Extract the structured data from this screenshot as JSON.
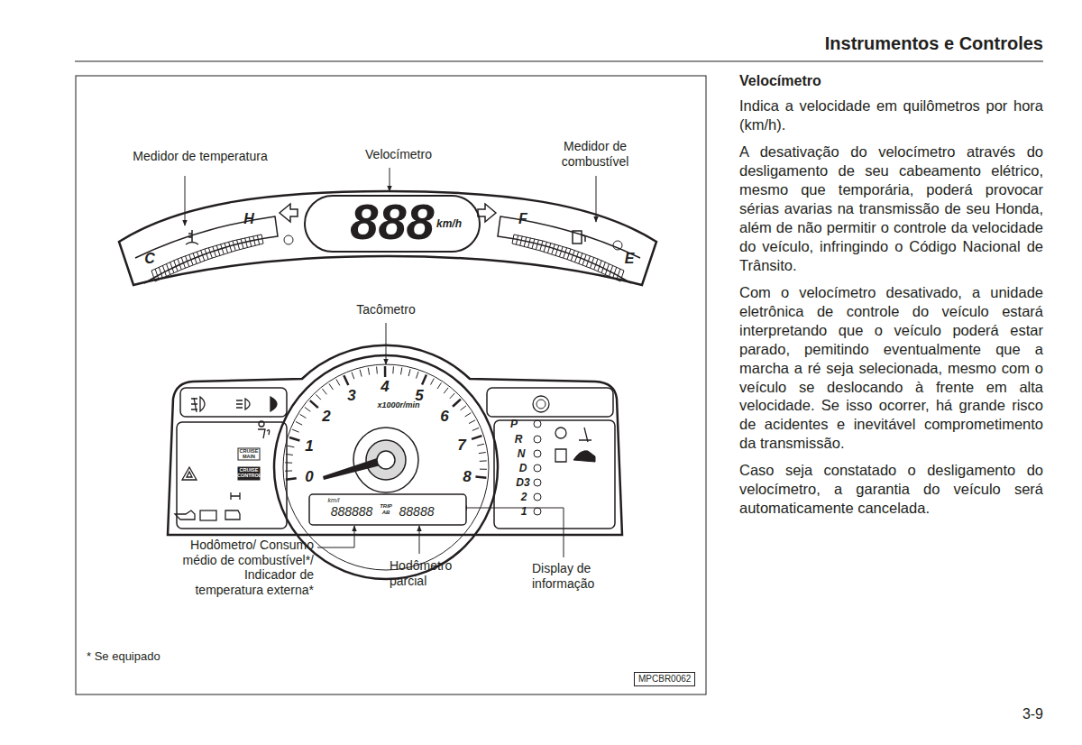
{
  "diagram": {
    "title": "Instrumentos e Controles",
    "labels": [
      "Medidor de temperatura",
      "Velocímetro",
      "Medidor de combustível",
      "H",
      "888",
      "km/h",
      "F",
      "C",
      "E",
      "Tacômetro",
      "4",
      "3",
      "5",
      "x1000r/min",
      "2",
      "6",
      "P",
      "R",
      "1",
      "7",
      "N",
      "CRUISE MAIN",
      "D",
      "CRUISE CONTROL",
      "0",
      "8",
      "D3",
      "2",
      "km/l",
      "888888",
      "TRIP",
      "AB",
      "88888",
      "1",
      "Hodômetro/ Consumo médio de combustível*/ Indicador de temperatura externa*",
      "Hodômetro parcial",
      "Display de informação",
      "* Se equipado",
      "MPCBR0062",
      "Velocímetro",
      "Indica a velocidade em quilômetros por hora (km/h).",
      "A desativação do velocímetro através do desligamento de seu cabeamento elétrico, mesmo que temporária, poderá provocar sérias avarias na transmissão de seu Honda, além de não permitir o controle da velocidade do veículo, infringindo o Código Nacional de Trânsito.",
      "Com o velocímetro desativado, a unidade eletrônica de controle do veículo estará interpretando que o veículo poderá estar parado, pemitindo eventualmente que a marcha a ré seja selecionada, mesmo com o veículo se deslocando à frente em alta velocidade. Se isso ocorrer, há grande risco de acidentes e inevitável comprometimento da transmissão.",
      "Caso seja constatado o desligamento do velocímetro, a garantia do veículo será automaticamente cancelada.",
      "3-9"
    ]
  }
}
